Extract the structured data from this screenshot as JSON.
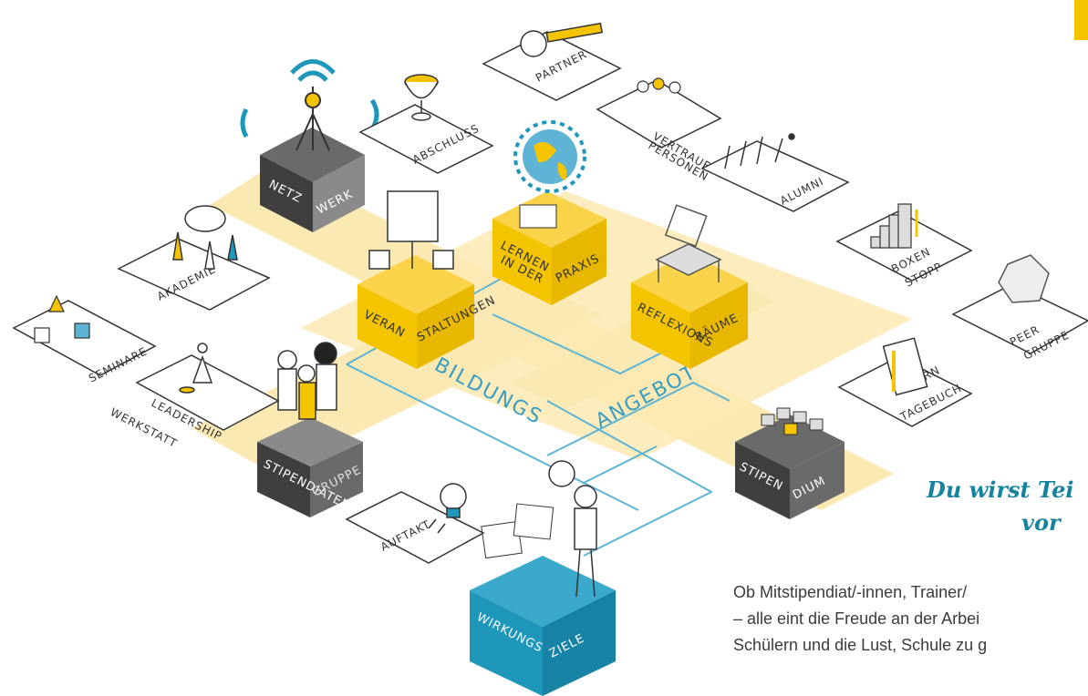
{
  "colors": {
    "accent_yellow": "#f5c400",
    "light_yellow": "#fbe9b3",
    "teal": "#1f97bb",
    "blue_line": "#5fb4d6",
    "dark_cube": "#4a4a4a",
    "headline": "#17849f"
  },
  "center": {
    "word1": "BILDUNGS",
    "word2": "ANGEBOT"
  },
  "cubes": {
    "netzwerk": {
      "left": "NETZ",
      "right": "WERK"
    },
    "veranstaltungen": {
      "left": "VERAN",
      "right": "STALTUNGEN"
    },
    "praxis": {
      "left1": "LERNEN",
      "left2": "IN DER",
      "right": "PRAXIS"
    },
    "reflexion": {
      "left": "REFLEXIONS",
      "right": "RÄUME"
    },
    "gruppe": {
      "left": "STIPENDIATEN",
      "right": "GRUPPE"
    },
    "stipendium": {
      "left": "STIPEN",
      "right": "DIUM"
    },
    "ziele": {
      "left": "WIRKUNGS",
      "right": "ZIELE"
    }
  },
  "cards": {
    "abschluss": "ABSCHLUSS",
    "partner": "PARTNER",
    "vertrauen1": "VERTRAUENS",
    "vertrauen2": "PERSONEN",
    "alumni": "ALUMNI",
    "akademie": "AKADEMIE",
    "seminare": "SEMINARE",
    "leadership1": "LEADERSHIP",
    "leadership2": "WERKSTATT",
    "boxen1": "BOXEN",
    "boxen2": "STOPP",
    "peer1": "PEER",
    "peer2": "GRUPPE",
    "lern1": "LERN",
    "lern2": "TAGEBUCH",
    "auftakt": "AUFTAKT"
  },
  "headline": {
    "line1": "Du wirst Tei",
    "line2": "vor"
  },
  "body": {
    "line1": "Ob Mitstipendiat/-innen, Trainer/",
    "line2": "– alle eint die Freude an der Arbei",
    "line3": "Schülern und die Lust, Schule zu g"
  }
}
